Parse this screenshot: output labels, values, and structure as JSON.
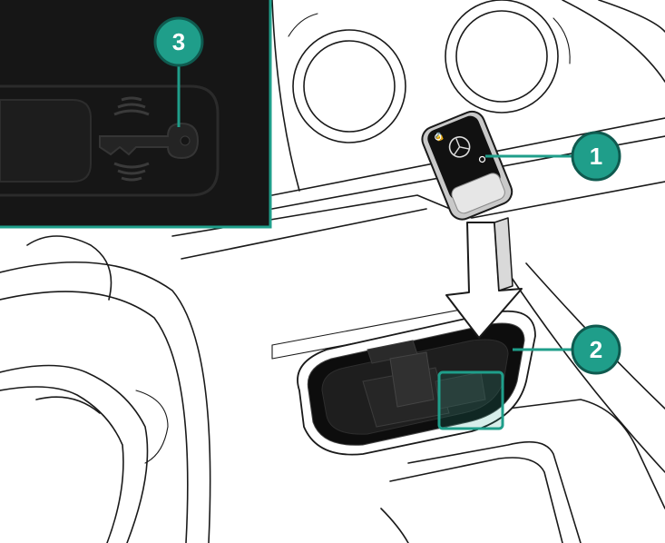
{
  "callouts": [
    {
      "number": "1",
      "target": "key-fob"
    },
    {
      "number": "2",
      "target": "stowage-compartment"
    },
    {
      "number": "3",
      "target": "key-symbol"
    }
  ],
  "colors": {
    "accent": "#1f9e8a",
    "accent_dark": "#0f5a4f",
    "inset_bg": "#161616",
    "arrow_fill": "#ffffff"
  },
  "icons": [
    "key-fob-icon",
    "insertion-arrow-icon",
    "wireless-key-symbol-icon"
  ]
}
